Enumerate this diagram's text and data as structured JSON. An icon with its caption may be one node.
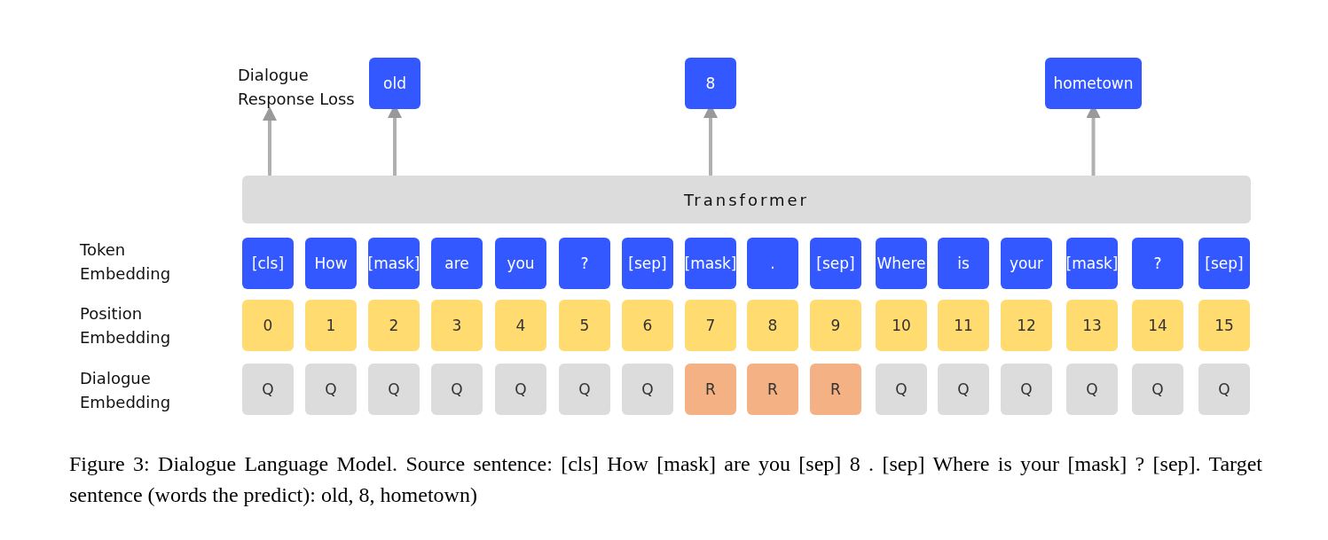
{
  "diagram": {
    "caption": "Figure 3: Dialogue Language Model. Source sentence: [cls] How [mask] are you  [sep] 8 . [sep] Where is your [mask] ? [sep]. Target sentence (words the predict): old, 8, hometown)",
    "nodes": [
      {
        "text": [
          "Dialogue Response Loss"
        ]
      },
      {
        "text": [
          "old"
        ]
      },
      {
        "text": [
          "8"
        ]
      },
      {
        "text": [
          "hometown"
        ]
      },
      {
        "text": [
          "Transformer"
        ]
      },
      {
        "text": [
          "[cls]"
        ]
      },
      {
        "text": [
          "How"
        ]
      },
      {
        "text": [
          "[mask]"
        ]
      },
      {
        "text": [
          "are"
        ]
      },
      {
        "text": [
          "you"
        ]
      },
      {
        "text": [
          "?"
        ]
      },
      {
        "text": [
          "[sep]"
        ]
      },
      {
        "text": [
          "[mask]"
        ]
      },
      {
        "text": [
          "."
        ]
      },
      {
        "text": [
          "[sep]"
        ]
      },
      {
        "text": [
          "Where"
        ]
      },
      {
        "text": [
          "is"
        ]
      },
      {
        "text": [
          "your"
        ]
      },
      {
        "text": [
          "[mask]"
        ]
      },
      {
        "text": [
          "?"
        ]
      },
      {
        "text": [
          "[sep]"
        ]
      },
      {
        "text": [
          "0"
        ]
      },
      {
        "text": [
          "1"
        ]
      },
      {
        "text": [
          "2"
        ]
      },
      {
        "text": [
          "3"
        ]
      },
      {
        "text": [
          "4"
        ]
      },
      {
        "text": [
          "5"
        ]
      },
      {
        "text": [
          "6"
        ]
      },
      {
        "text": [
          "7"
        ]
      },
      {
        "text": [
          "8"
        ]
      },
      {
        "text": [
          "9"
        ]
      },
      {
        "text": [
          "10"
        ]
      },
      {
        "text": [
          "11"
        ]
      },
      {
        "text": [
          "12"
        ]
      },
      {
        "text": [
          "13"
        ]
      },
      {
        "text": [
          "14"
        ]
      },
      {
        "text": [
          "15"
        ]
      },
      {
        "text": [
          "Q"
        ]
      },
      {
        "text": [
          "Q"
        ]
      },
      {
        "text": [
          "Q"
        ]
      },
      {
        "text": [
          "Q"
        ]
      },
      {
        "text": [
          "Q"
        ]
      },
      {
        "text": [
          "Q"
        ]
      },
      {
        "text": [
          "Q"
        ]
      },
      {
        "text": [
          "R"
        ]
      },
      {
        "text": [
          "R"
        ]
      },
      {
        "text": [
          "R"
        ]
      },
      {
        "text": [
          "Q"
        ]
      },
      {
        "text": [
          "Q"
        ]
      },
      {
        "text": [
          "Q"
        ]
      },
      {
        "text": [
          "Q"
        ]
      },
      {
        "text": [
          "Q"
        ]
      },
      {
        "text": [
          "Q"
        ]
      }
    ],
    "edges": [
      {
        "from": 4,
        "to": 0,
        "arrow": "to"
      },
      {
        "from": 4,
        "to": 1,
        "arrow": "to"
      },
      {
        "from": 4,
        "to": 2,
        "arrow": "to"
      },
      {
        "from": 4,
        "to": 3,
        "arrow": "to"
      }
    ],
    "labels": [
      "Token Embedding",
      "Position Embedding",
      "Dialogue Embedding"
    ]
  }
}
